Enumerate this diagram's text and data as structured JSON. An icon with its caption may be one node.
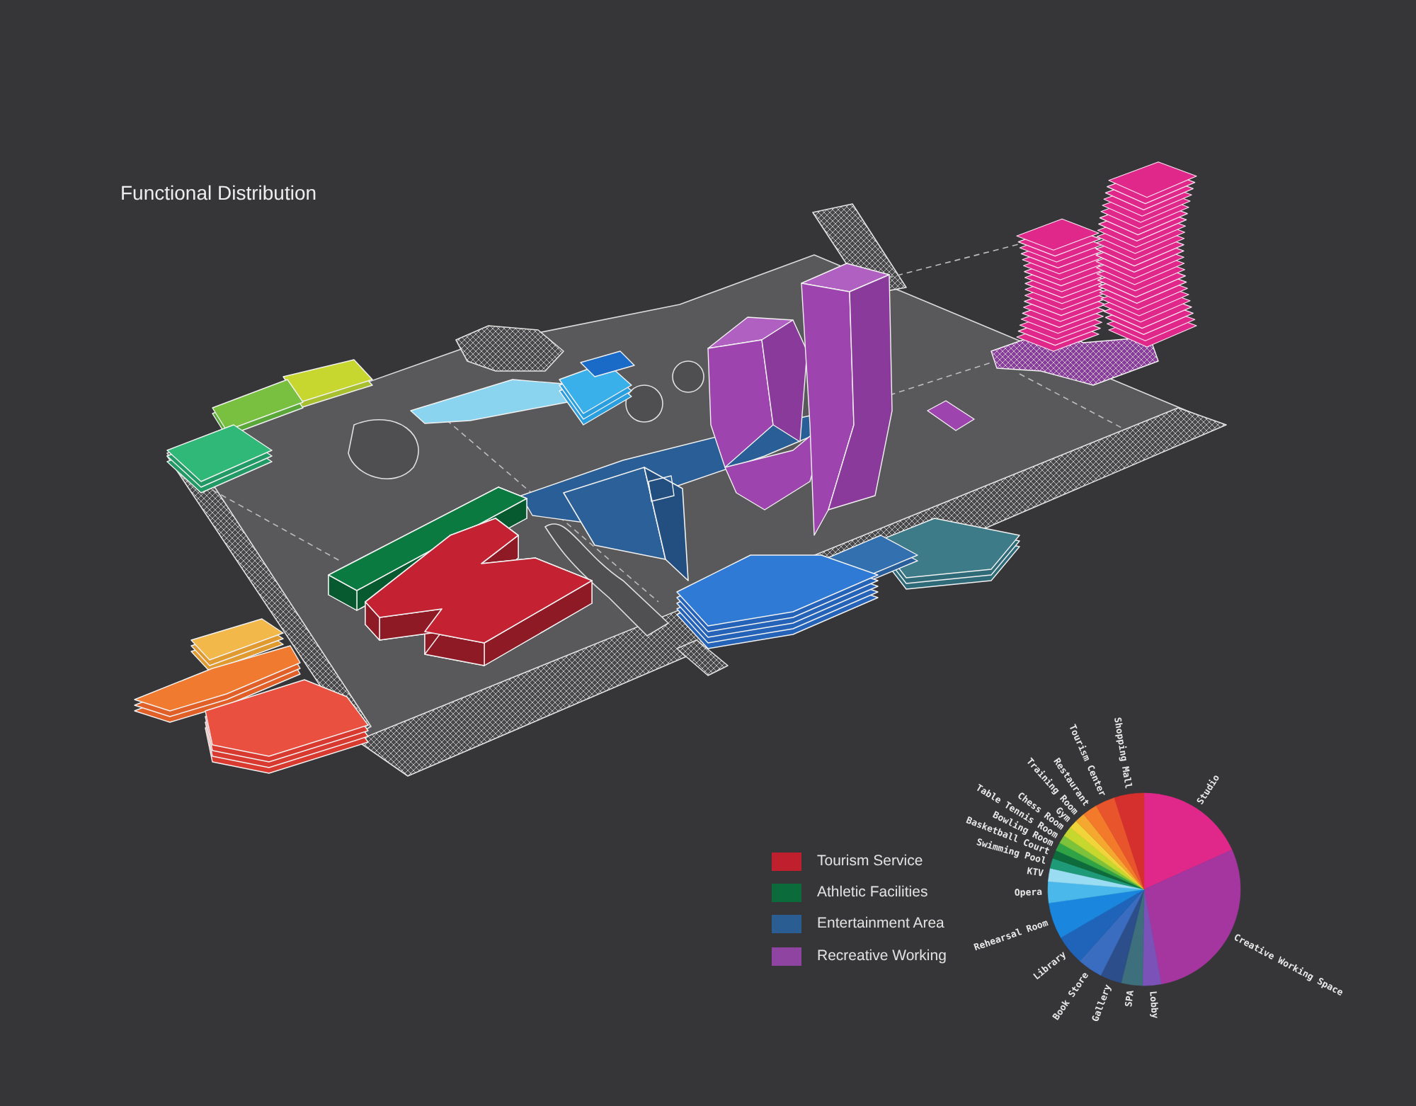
{
  "diagram": {
    "title": "Functional Distribution",
    "legend": [
      {
        "text": "Tourism Service",
        "color": "#c0202e"
      },
      {
        "text": "Athletic Facilities",
        "color": "#0b6b3a"
      },
      {
        "text": "Entertainment Area",
        "color": "#2a5e92"
      },
      {
        "text": "Recreative Working",
        "color": "#8e44a0"
      }
    ],
    "chart_data": {
      "type": "pie",
      "categories": [
        "Studio",
        "Creative Working Space",
        "Lobby",
        "SPA",
        "Gallery",
        "Book Store",
        "Library",
        "Rehearsal Room",
        "Opera",
        "KTV",
        "Swimming Pool",
        "Basketball Court",
        "Bowling Room",
        "Table Tennis Room",
        "Chess Room",
        "Gym",
        "Training Room",
        "Restaurant",
        "Tourism Center",
        "Shopping Mall"
      ],
      "values": [
        18.3,
        28.9,
        3.1,
        3.6,
        3.6,
        4.2,
        5.0,
        6.1,
        3.6,
        2.2,
        1.7,
        1.4,
        1.4,
        1.4,
        1.7,
        1.4,
        1.7,
        2.5,
        3.3,
        5.0
      ]
    }
  }
}
